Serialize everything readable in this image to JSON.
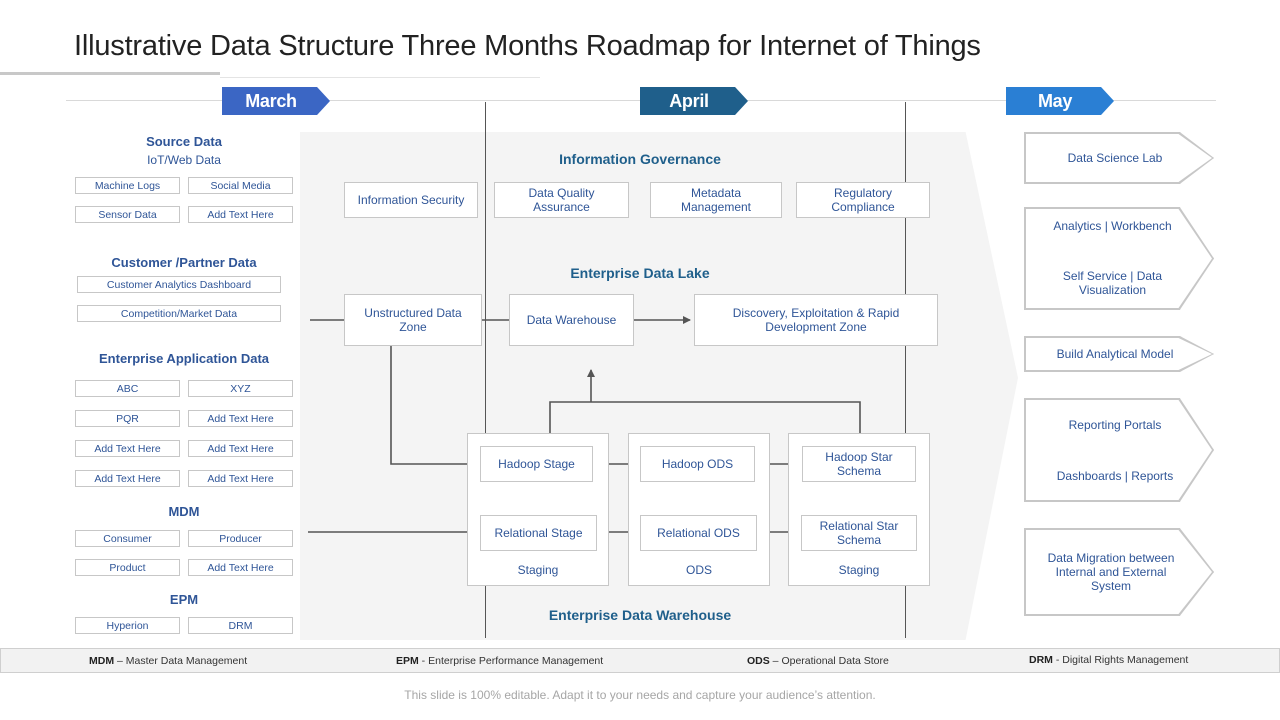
{
  "title": "Illustrative Data Structure Three Months Roadmap for Internet of Things",
  "months": [
    "March",
    "April",
    "May"
  ],
  "colors": {
    "march": "#3b66c4",
    "april": "#1f5f8b",
    "may": "#2a7fd4",
    "text_blue": "#2f5597",
    "title_teal": "#1f5f8b"
  },
  "left": {
    "source": {
      "title": "Source Data",
      "subtitle": "IoT/Web Data",
      "items": [
        "Machine Logs",
        "Social Media",
        "Sensor Data",
        "Add Text Here"
      ]
    },
    "customer": {
      "title": "Customer  /Partner Data",
      "items": [
        "Customer Analytics Dashboard",
        "Competition/Market  Data"
      ]
    },
    "enterprise": {
      "title": "Enterprise Application Data",
      "items": [
        "ABC",
        "XYZ",
        "PQR",
        "Add Text Here",
        "Add Text Here",
        "Add Text Here",
        "Add Text Here",
        "Add Text Here"
      ]
    },
    "mdm": {
      "title": "MDM",
      "items": [
        "Consumer",
        "Producer",
        "Product",
        "Add Text Here"
      ]
    },
    "epm": {
      "title": "EPM",
      "items": [
        "Hyperion",
        "DRM"
      ]
    }
  },
  "center": {
    "governance": {
      "title": "Information Governance",
      "items": [
        "Information Security",
        "Data Quality Assurance",
        "Metadata Management",
        "Regulatory Compliance"
      ]
    },
    "lake": {
      "title": "Enterprise Data Lake",
      "unstructured": "Unstructured Data Zone",
      "warehouse": "Data Warehouse",
      "discovery": "Discovery, Exploitation & Rapid Development Zone"
    },
    "edw": {
      "title": "Enterprise Data Warehouse",
      "hadoop_stage": "Hadoop Stage",
      "relational_stage": "Relational Stage",
      "staging1": "Staging",
      "hadoop_ods": "Hadoop ODS",
      "relational_ods": "Relational ODS",
      "ods": "ODS",
      "hadoop_star": "Hadoop Star Schema",
      "relational_star": "Relational Star Schema",
      "staging2": "Staging"
    }
  },
  "right": {
    "lab": "Data Science Lab",
    "analytics": "Analytics | Workbench",
    "self_service": "Self Service | Data Visualization",
    "model": "Build Analytical Model",
    "portals": "Reporting Portals",
    "dashboards": "Dashboards | Reports",
    "migration": "Data Migration between Internal and External System"
  },
  "footer": {
    "mdm_abbr": "MDM",
    "mdm_text": " – Master Data Management",
    "epm_abbr": "EPM",
    "epm_text": " - Enterprise Performance Management",
    "ods_abbr": "ODS",
    "ods_text": " – Operational Data Store",
    "drm_abbr": "DRM",
    "drm_text": " -  Digital Rights Management"
  },
  "note": "This slide is 100% editable. Adapt it to your needs and capture your audience’s attention."
}
